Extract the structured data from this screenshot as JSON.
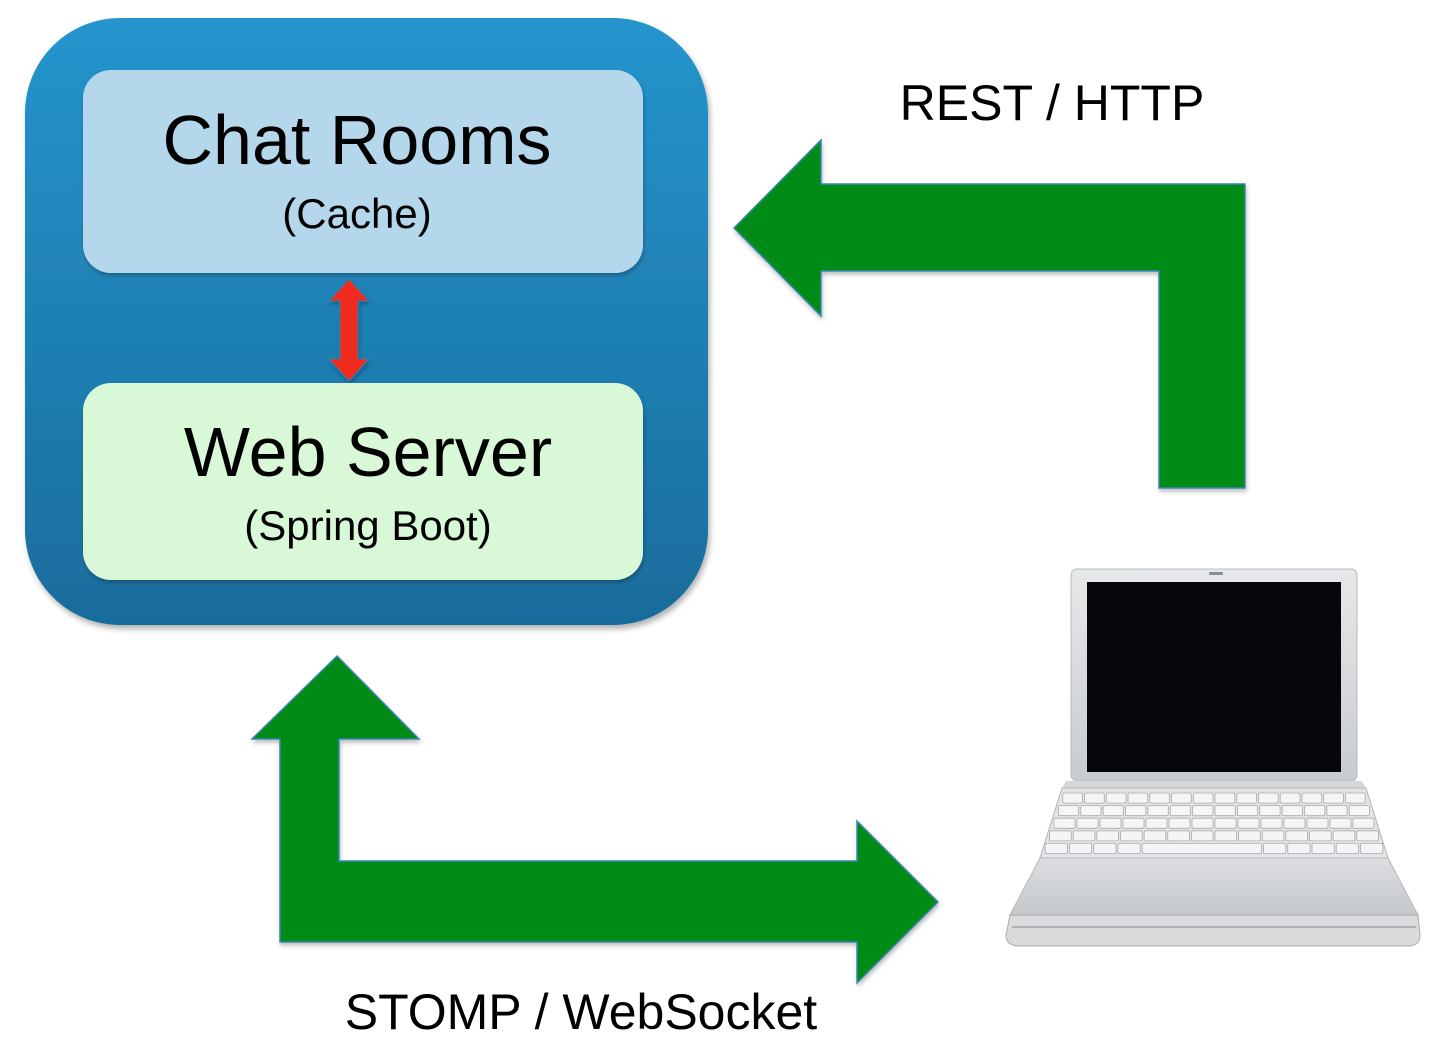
{
  "diagram": {
    "server_container": {
      "cache_box": {
        "title": "Chat Rooms",
        "subtitle": "(Cache)"
      },
      "web_box": {
        "title": "Web Server",
        "subtitle": "(Spring Boot)"
      }
    },
    "connections": {
      "rest": {
        "label": "REST / HTTP",
        "direction": "client-to-server"
      },
      "stomp": {
        "label": "STOMP / WebSocket",
        "direction": "bidirectional"
      },
      "internal": {
        "direction": "bidirectional"
      }
    },
    "client": {
      "icon": "laptop-icon"
    },
    "colors": {
      "container_top": "#2595cd",
      "container_bottom": "#196c9c",
      "cache_box": "#b5d7eb",
      "web_box": "#d8f8d8",
      "arrow_green": "#008a17",
      "arrow_red": "#f02a1e",
      "laptop_screen": "#06070a",
      "laptop_body": "#cfd2d6"
    }
  }
}
